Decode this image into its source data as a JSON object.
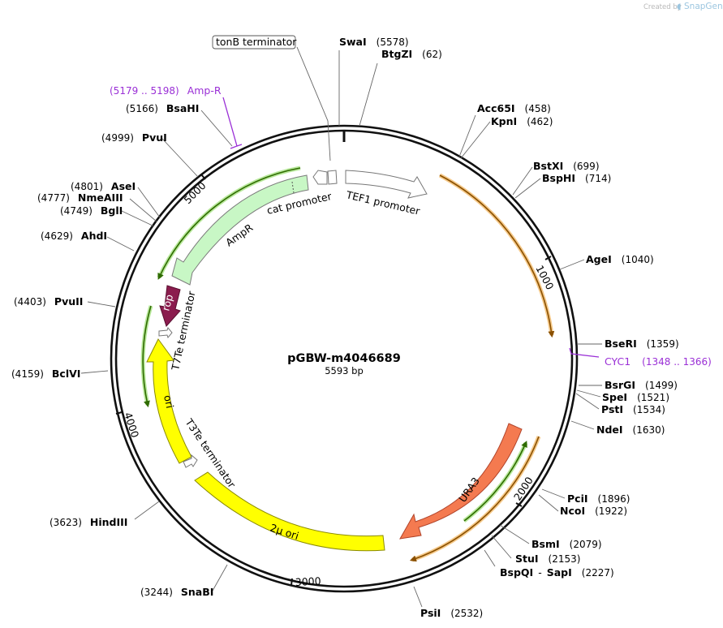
{
  "plasmid": {
    "name": "pGBW-m4046689",
    "size_label": "5593 bp"
  },
  "credit": {
    "created_by": "Created by",
    "brand": "SnapGene"
  },
  "ticks": [
    "1000",
    "2000",
    "3000",
    "4000",
    "5000"
  ],
  "sites": [
    {
      "id": "swai",
      "name": "SwaI",
      "pos": "(5578)"
    },
    {
      "id": "btgzi",
      "name": "BtgZI",
      "pos": "(62)"
    },
    {
      "id": "acc65i",
      "name": "Acc65I",
      "pos": "(458)"
    },
    {
      "id": "kpni",
      "name": "KpnI",
      "pos": "(462)"
    },
    {
      "id": "bstxi",
      "name": "BstXI",
      "pos": "(699)"
    },
    {
      "id": "bsphi",
      "name": "BspHI",
      "pos": "(714)"
    },
    {
      "id": "agei",
      "name": "AgeI",
      "pos": "(1040)"
    },
    {
      "id": "bseri",
      "name": "BseRI",
      "pos": "(1359)"
    },
    {
      "id": "bsrgi",
      "name": "BsrGI",
      "pos": "(1499)"
    },
    {
      "id": "spei",
      "name": "SpeI",
      "pos": "(1521)"
    },
    {
      "id": "psti",
      "name": "PstI",
      "pos": "(1534)"
    },
    {
      "id": "ndei",
      "name": "NdeI",
      "pos": "(1630)"
    },
    {
      "id": "pcii",
      "name": "PciI",
      "pos": "(1896)"
    },
    {
      "id": "ncoi",
      "name": "NcoI",
      "pos": "(1922)"
    },
    {
      "id": "bsmi",
      "name": "BsmI",
      "pos": "(2079)"
    },
    {
      "id": "stui",
      "name": "StuI",
      "pos": "(2153)"
    },
    {
      "id": "bspqi",
      "name": "BspQI",
      "pos": "(2227)"
    },
    {
      "id": "sapi",
      "name": "SapI",
      "pos": ""
    },
    {
      "id": "psii",
      "name": "PsiI",
      "pos": "(2532)"
    },
    {
      "id": "snabi",
      "name": "SnaBI",
      "pos": "(3244)"
    },
    {
      "id": "hindiii",
      "name": "HindIII",
      "pos": "(3623)"
    },
    {
      "id": "bclvi",
      "name": "BclVI",
      "pos": "(4159)"
    },
    {
      "id": "pvuii",
      "name": "PvuII",
      "pos": "(4403)"
    },
    {
      "id": "ahdi",
      "name": "AhdI",
      "pos": "(4629)"
    },
    {
      "id": "bgli",
      "name": "BglI",
      "pos": "(4749)"
    },
    {
      "id": "nmeaiii",
      "name": "NmeAIII",
      "pos": "(4777)"
    },
    {
      "id": "asei",
      "name": "AseI",
      "pos": "(4801)"
    },
    {
      "id": "pvui",
      "name": "PvuI",
      "pos": "(4999)"
    },
    {
      "id": "bsahi",
      "name": "BsaHI",
      "pos": "(5166)"
    }
  ],
  "primers": [
    {
      "id": "ampr-primer",
      "name": "Amp-R",
      "range": "(5179 .. 5198)"
    },
    {
      "id": "cyc1-primer",
      "name": "CYC1",
      "range": "(1348 .. 1366)"
    }
  ],
  "features": {
    "tonb": "tonB terminator",
    "tef1": "TEF1 promoter",
    "cat": "cat promoter",
    "ampr": "AmpR",
    "rop": "rop",
    "t7te": "T7Te terminator",
    "ori": "ori",
    "t3te": "T3Te terminator",
    "two_mu": "2µ ori",
    "ura3": "URA3"
  },
  "colors": {
    "backbone": "#111111",
    "primer": "#9a2fd6",
    "ampr_fill": "#c8f7c5",
    "ori_fill": "#ffff00",
    "ura3_fill": "#f47a50",
    "rop_fill": "#8b1c4e",
    "orf_orange": "#c27000",
    "orf_green": "#4e9a06"
  }
}
